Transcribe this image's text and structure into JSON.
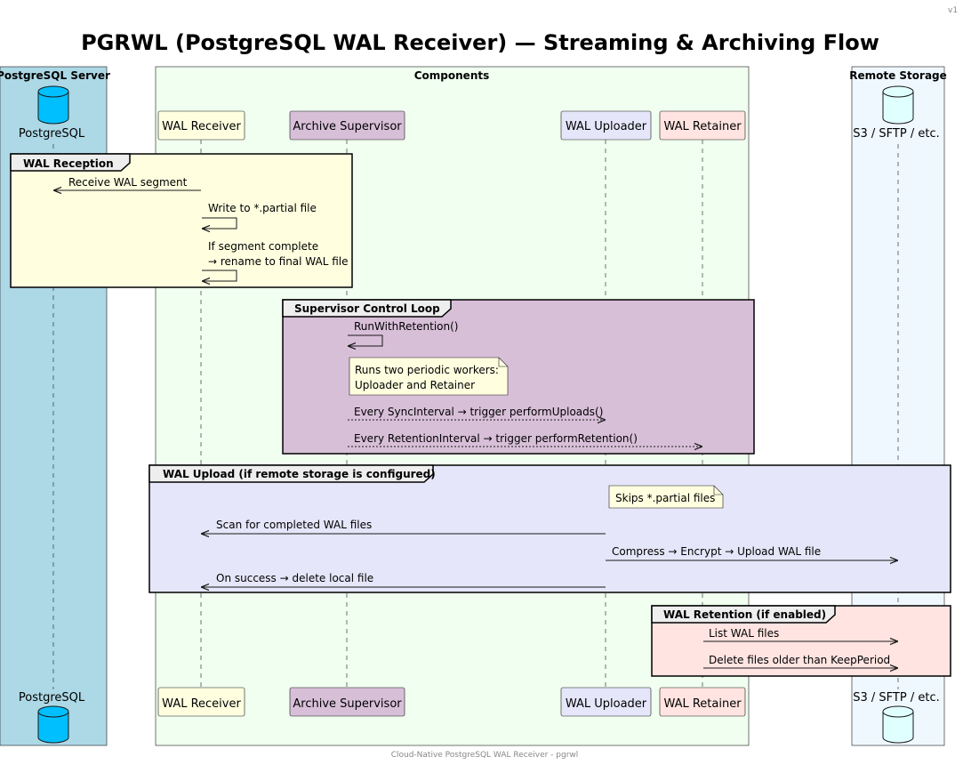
{
  "version": "v1",
  "title": "PGRWL (PostgreSQL WAL Receiver) — Streaming & Archiving Flow",
  "footer": "Cloud-Native PostgreSQL WAL Receiver - pgrwl",
  "colors": {
    "postgres_box": "#ADD8E6",
    "components_box": "#F0FFF0",
    "remote_box": "#F0F8FF",
    "receiver": "#FFFFE0",
    "supervisor": "#D8BFD8",
    "uploader": "#E6E6FA",
    "retainer": "#FFE4E1",
    "db_postgres": "#00BFFF",
    "db_remote": "#E0FFFF",
    "note": "#FFFFE0"
  },
  "boxes": {
    "postgres": "PostgreSQL Server",
    "components": "Components",
    "remote": "Remote Storage"
  },
  "participants": {
    "postgres": "PostgreSQL",
    "receiver": "WAL Receiver",
    "supervisor": "Archive Supervisor",
    "uploader": "WAL Uploader",
    "retainer": "WAL Retainer",
    "remote": "S3 / SFTP / etc."
  },
  "groups": {
    "reception": {
      "title": "WAL Reception",
      "msg1": "Receive WAL segment",
      "msg2": "Write to *.partial file",
      "msg3_line1": "If segment complete",
      "msg3_line2": "→ rename to final WAL file"
    },
    "supervisor": {
      "title": "Supervisor Control Loop",
      "msg1": "RunWithRetention()",
      "note_line1": "Runs two periodic workers:",
      "note_line2": "Uploader and Retainer",
      "msg2": "Every SyncInterval → trigger performUploads()",
      "msg3": "Every RetentionInterval → trigger performRetention()"
    },
    "upload": {
      "title": "WAL Upload (if remote storage is configured)",
      "note": "Skips *.partial files",
      "msg1": "Scan for completed WAL files",
      "msg2": "Compress → Encrypt → Upload WAL file",
      "msg3": "On success → delete local file"
    },
    "retention": {
      "title": "WAL Retention (if enabled)",
      "msg1": "List WAL files",
      "msg2": "Delete files older than KeepPeriod"
    }
  }
}
